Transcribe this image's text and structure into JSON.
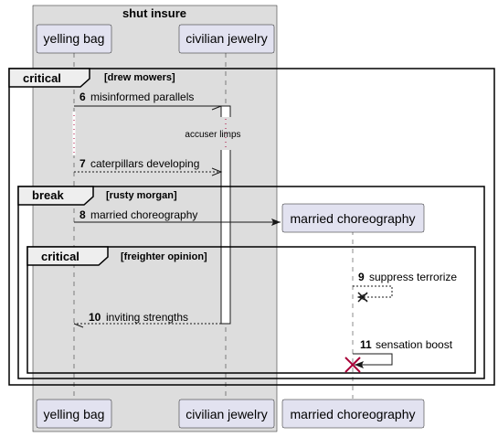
{
  "box": {
    "title": "shut insure",
    "color": "#dddddd"
  },
  "participants": {
    "yelling_bag": "yelling bag",
    "civilian_jewelry": "civilian jewelry",
    "married_choreography": "married choreography"
  },
  "fragments": {
    "outer": {
      "kind": "critical",
      "guard": "[drew mowers]"
    },
    "middle": {
      "kind": "break",
      "guard": "[rusty morgan]"
    },
    "inner": {
      "kind": "critical",
      "guard": "[freighter opinion]"
    }
  },
  "delay_text": "accuser limps",
  "messages": [
    {
      "num": "6",
      "text": "misinformed parallels"
    },
    {
      "num": "7",
      "text": "caterpillars developing"
    },
    {
      "num": "8",
      "text": "married choreography"
    },
    {
      "num": "9",
      "text": "suppress terrorize"
    },
    {
      "num": "10",
      "text": "inviting strengths"
    },
    {
      "num": "11",
      "text": "sensation boost"
    }
  ],
  "colors": {
    "participant_fill": "#e2e2f0",
    "destroy_mark": "#a80036",
    "fragment_tab": "#eeeeee"
  }
}
